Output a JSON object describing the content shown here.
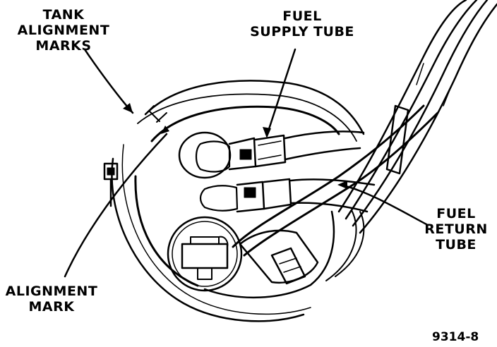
{
  "labels": {
    "tank_alignment_marks": [
      "TANK",
      "ALIGNMENT",
      "MARKS"
    ],
    "fuel_supply_tube": [
      "FUEL",
      "SUPPLY TUBE"
    ],
    "fuel_return_tube": [
      "FUEL",
      "RETURN",
      "TUBE"
    ],
    "alignment_mark": [
      "ALIGNMENT",
      "MARK"
    ]
  },
  "figure_number": "9314-8",
  "colors": {
    "ink": "#000000",
    "paper": "#ffffff"
  }
}
